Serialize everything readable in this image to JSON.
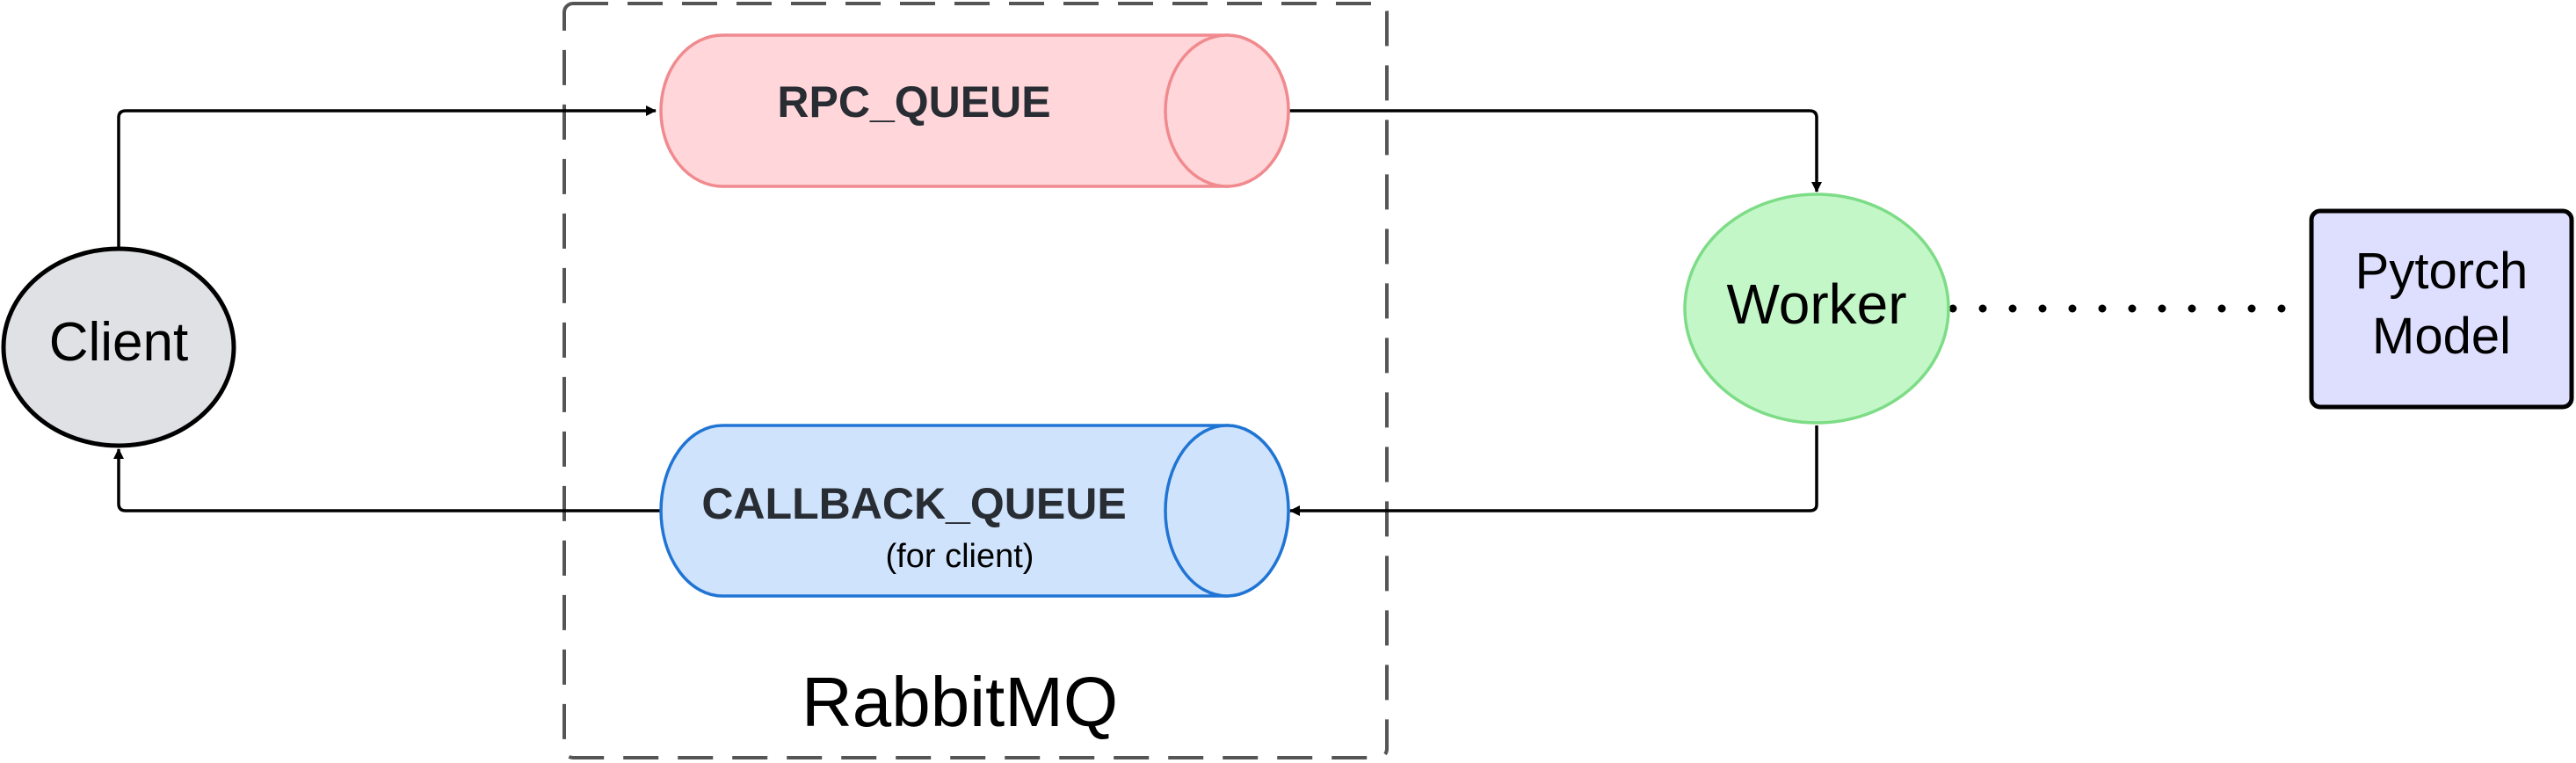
{
  "diagram": {
    "group_label": "RabbitMQ",
    "nodes": {
      "client": {
        "label": "Client",
        "fill": "#dfe1e5",
        "stroke": "#000000"
      },
      "rpc_queue": {
        "label": "RPC_QUEUE",
        "fill": "#ffd6d9",
        "stroke": "#f08a8f"
      },
      "callback_queue": {
        "label": "CALLBACK_QUEUE",
        "sublabel": "(for client)",
        "fill": "#cfe3fc",
        "stroke": "#2074d4"
      },
      "worker": {
        "label": "Worker",
        "fill": "#c3f7c8",
        "stroke": "#7ddc86"
      },
      "model": {
        "label_line1": "Pytorch",
        "label_line2": "Model",
        "fill": "#dedffe",
        "stroke": "#000000"
      }
    },
    "colors": {
      "edge": "#000000",
      "group_border": "#555555",
      "label_text": "#282c33"
    }
  }
}
